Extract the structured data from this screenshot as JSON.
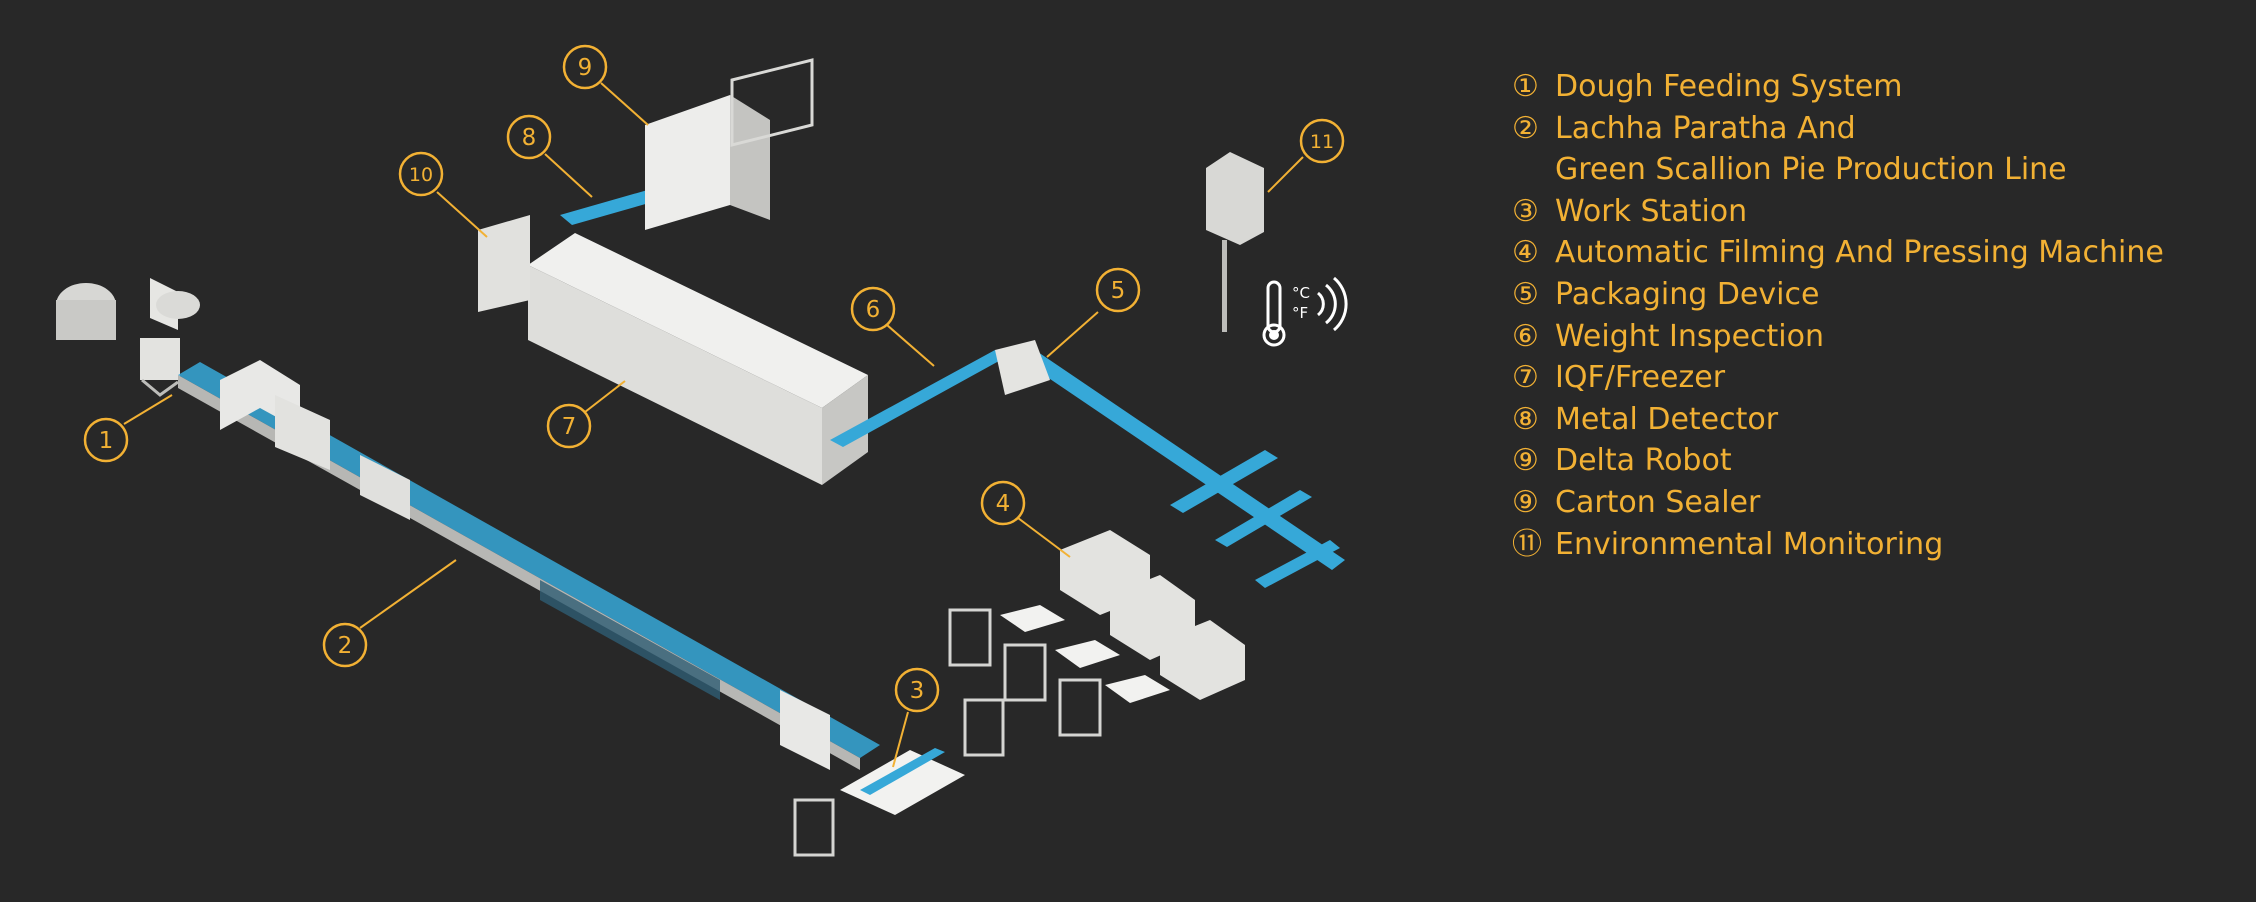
{
  "colors": {
    "background": "#282828",
    "accent": "#F2B134",
    "conveyor": "#36A8D8",
    "machine": "#E8E8E6",
    "machine_shade": "#BDBDBA",
    "frame": "#D9D9D6"
  },
  "callouts": [
    {
      "number": "1"
    },
    {
      "number": "2"
    },
    {
      "number": "3"
    },
    {
      "number": "4"
    },
    {
      "number": "5"
    },
    {
      "number": "6"
    },
    {
      "number": "7"
    },
    {
      "number": "8"
    },
    {
      "number": "9"
    },
    {
      "number": "10"
    },
    {
      "number": "11"
    }
  ],
  "sensor": {
    "icon": "thermometer-icon",
    "unit_c": "°C",
    "unit_f": "°F",
    "signal_icon": "wireless-signal-icon"
  },
  "legend": [
    {
      "number": "①",
      "text": "Dough Feeding System"
    },
    {
      "number": "②",
      "text": "Lachha Paratha And\nGreen Scallion Pie Production Line"
    },
    {
      "number": "③",
      "text": "Work Station"
    },
    {
      "number": "④",
      "text": "Automatic Filming And Pressing Machine"
    },
    {
      "number": "⑤",
      "text": "Packaging Device"
    },
    {
      "number": "⑥",
      "text": "Weight Inspection"
    },
    {
      "number": "⑦",
      "text": "IQF/Freezer"
    },
    {
      "number": "⑧",
      "text": "Metal Detector"
    },
    {
      "number": "⑨",
      "text": "Delta Robot"
    },
    {
      "number": "⑨",
      "text": "Carton Sealer"
    },
    {
      "number": "⑪",
      "text": "Environmental Monitoring"
    }
  ]
}
